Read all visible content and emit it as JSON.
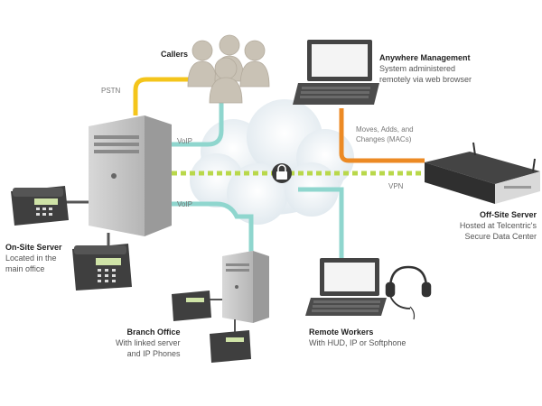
{
  "labels": {
    "callers": {
      "title": "Callers"
    },
    "anywhere": {
      "title": "Anywhere Management",
      "line1": "System administered",
      "line2": "remotely via web browser"
    },
    "onsite": {
      "title": "On-Site Server",
      "line1": "Located in the",
      "line2": "main office"
    },
    "offsite": {
      "title": "Off-Site Server",
      "line1": "Hosted at Telcentric's",
      "line2": "Secure Data Center"
    },
    "branch": {
      "title": "Branch Office",
      "line1": "With linked server",
      "line2": "and IP Phones"
    },
    "remote": {
      "title": "Remote Workers",
      "line1": "With HUD, IP or Softphone"
    }
  },
  "connections": {
    "pstn": "PSTN",
    "voip_top": "VoIP",
    "voip_bottom": "VoIP",
    "moves": {
      "line1": "Moves, Adds, and",
      "line2": "Changes (MACs)"
    },
    "vpn": "VPN"
  },
  "colors": {
    "pstn": "#f4c51b",
    "voip": "#8fd6ce",
    "macs": "#ec8a24",
    "vpn": "#b9d84b",
    "cloud": "#eef3f6"
  },
  "icons": [
    "lock-icon",
    "headset-icon",
    "desk-phone-icon",
    "tower-server-icon",
    "rack-server-icon",
    "laptop-icon",
    "people-icon"
  ]
}
